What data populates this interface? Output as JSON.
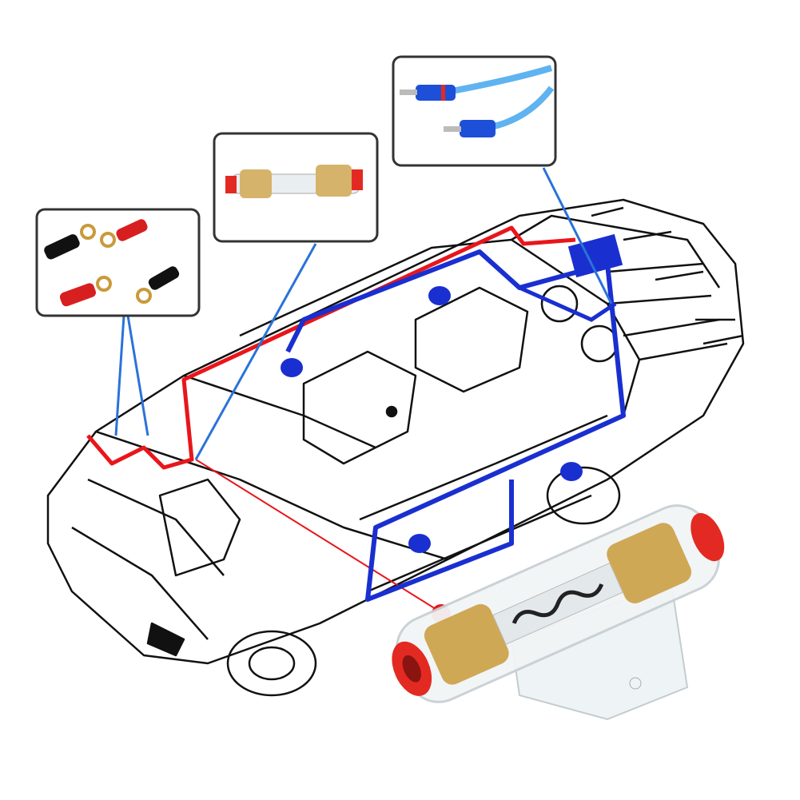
{
  "colors": {
    "power_wire": "#e8161b",
    "signal_wire": "#1f5fe0",
    "speaker_blue": "#1a2fd0",
    "outline": "#111111",
    "callout_border": "#333333",
    "fuse_cap": "#e32a22",
    "gold": "#c99a3a"
  },
  "callouts": [
    {
      "id": "spade-terminals",
      "icon": "spade-terminal-icon"
    },
    {
      "id": "inline-fuse",
      "icon": "glass-fuse-icon"
    },
    {
      "id": "rca-cable",
      "icon": "rca-plug-icon"
    }
  ],
  "main_product": {
    "icon": "fuse-holder-icon"
  }
}
